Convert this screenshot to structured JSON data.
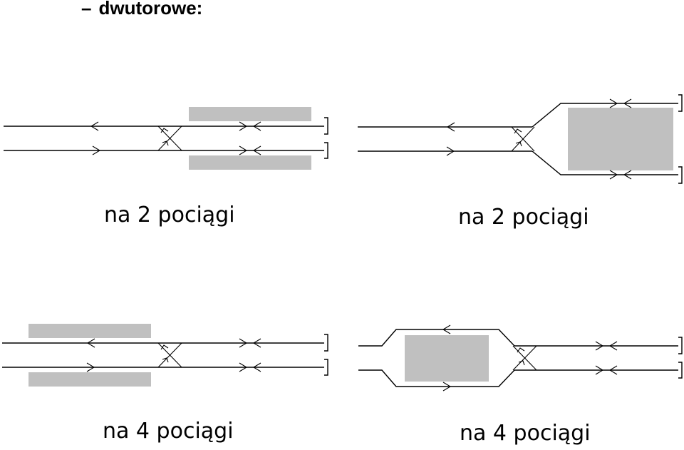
{
  "heading": {
    "dash": "–",
    "text": "dwutorowe:"
  },
  "diagrams": [
    {
      "caption": "na 2 pociągi"
    },
    {
      "caption": "na 2 pociągi"
    },
    {
      "caption": "na 4 pociągi"
    },
    {
      "caption": "na 4 pociągi"
    }
  ],
  "colors": {
    "platform": "#c0c0c0",
    "track": "#000000"
  }
}
